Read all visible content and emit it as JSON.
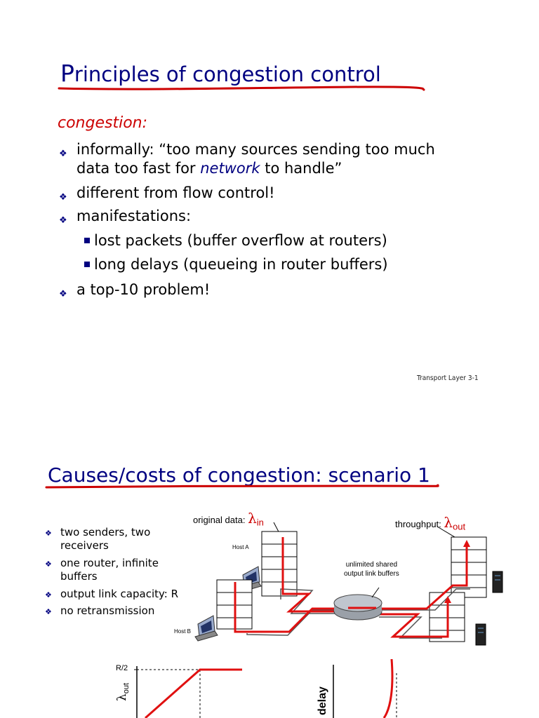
{
  "slide1": {
    "title_first": "P",
    "title_rest": "rinciples of congestion control",
    "heading": "congestion:",
    "bullet1_prefix": "informally: “too many sources sending too much",
    "bullet1_line2_pre": "data too fast for ",
    "bullet1_network": "network",
    "bullet1_line2_post": " to handle”",
    "bullet2": "different from flow control!",
    "bullet3": "manifestations:",
    "sub1": "lost packets (buffer overflow at routers)",
    "sub2": "long delays (queueing in router buffers)",
    "bullet4": "a top-10 problem!",
    "footer": "Transport Layer 3-1"
  },
  "slide2": {
    "title": "Causes/costs of congestion: scenario 1",
    "bullets": [
      "two senders, two receivers",
      "one router, infinite buffers",
      "output link capacity: R",
      "no retransmission"
    ],
    "bullet1_line1": "two senders, two",
    "bullet1_line2": "receivers",
    "bullet2_line1": "one router, infinite",
    "bullet2_line2": "buffers",
    "bullet3": "output link capacity: R",
    "bullet4": "no retransmission",
    "original_data_label": "original data: ",
    "lambda_in_sym": "λ",
    "lambda_in_sub": "in",
    "throughput_label": "throughput: ",
    "lambda_out_sym": "λ",
    "lambda_out_sub": "out",
    "host_a": "Host A",
    "host_b": "Host B",
    "buffers_line1": "unlimited shared",
    "buffers_line2": "output link buffers",
    "graph_r2": "R/2",
    "graph_yaxis_sym": "λ",
    "graph_yaxis_sub": "out",
    "graph_delay": "delay"
  },
  "colors": {
    "title": "#000080",
    "accent": "#cc0000",
    "bullet": "#000080"
  }
}
